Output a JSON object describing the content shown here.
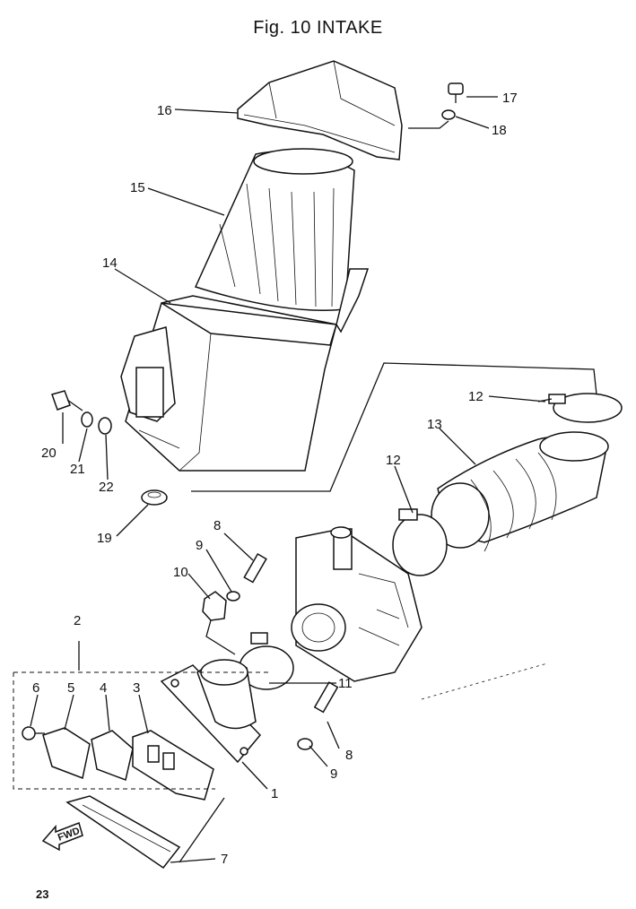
{
  "figure": {
    "title": "Fig. 10 INTAKE",
    "page_number": "23",
    "direction_label": "FWD"
  },
  "callouts": [
    {
      "id": "c1",
      "label": "1"
    },
    {
      "id": "c2",
      "label": "2"
    },
    {
      "id": "c3",
      "label": "3"
    },
    {
      "id": "c4",
      "label": "4"
    },
    {
      "id": "c5",
      "label": "5"
    },
    {
      "id": "c6",
      "label": "6"
    },
    {
      "id": "c7",
      "label": "7"
    },
    {
      "id": "c8a",
      "label": "8"
    },
    {
      "id": "c8b",
      "label": "8"
    },
    {
      "id": "c9a",
      "label": "9"
    },
    {
      "id": "c9b",
      "label": "9"
    },
    {
      "id": "c10",
      "label": "10"
    },
    {
      "id": "c11",
      "label": "11"
    },
    {
      "id": "c12a",
      "label": "12"
    },
    {
      "id": "c12b",
      "label": "12"
    },
    {
      "id": "c13",
      "label": "13"
    },
    {
      "id": "c14",
      "label": "14"
    },
    {
      "id": "c15",
      "label": "15"
    },
    {
      "id": "c16",
      "label": "16"
    },
    {
      "id": "c17",
      "label": "17"
    },
    {
      "id": "c18",
      "label": "18"
    },
    {
      "id": "c19",
      "label": "19"
    },
    {
      "id": "c20",
      "label": "20"
    },
    {
      "id": "c21",
      "label": "21"
    },
    {
      "id": "c22",
      "label": "22"
    }
  ]
}
